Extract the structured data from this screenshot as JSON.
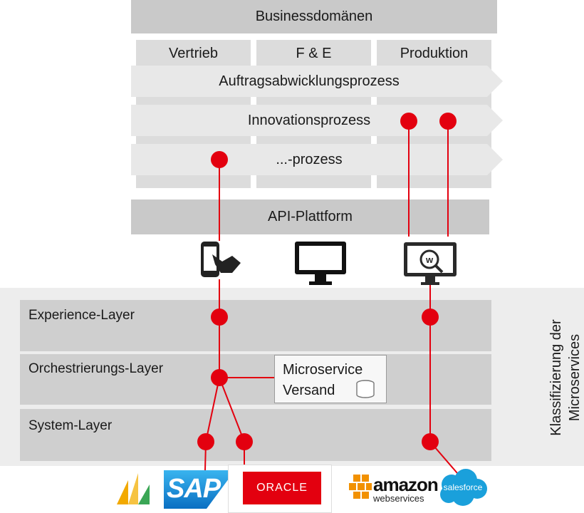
{
  "header": {
    "title": "Businessdomänen"
  },
  "domains": [
    "Vertrieb",
    "F & E",
    "Produktion"
  ],
  "processes": [
    "Auftragsabwicklungsprozess",
    "Innovationsprozess",
    "...-prozess"
  ],
  "platform": {
    "label": "API-Plattform"
  },
  "devices": [
    "smartphone-touch-icon",
    "monitor-icon",
    "web-search-monitor-icon"
  ],
  "layers": [
    "Experience-Layer",
    "Orchestrierungs-Layer",
    "System-Layer"
  ],
  "microservice": {
    "line1": "Microservice",
    "line2": "Versand"
  },
  "side_label": {
    "line1": "Klassifizierung der",
    "line2": "Microservices"
  },
  "logos": {
    "sap": "SAP",
    "oracle": "ORACLE",
    "amazon_main": "amazon",
    "amazon_sub": "webservices",
    "salesforce": "salesforce"
  },
  "colors": {
    "accent": "#e3000f",
    "band": "#d4d4d4",
    "header": "#c8c8c8",
    "process": "#e6e6e6",
    "layer": "#cfcfcf",
    "layer_bg": "#ececec"
  }
}
